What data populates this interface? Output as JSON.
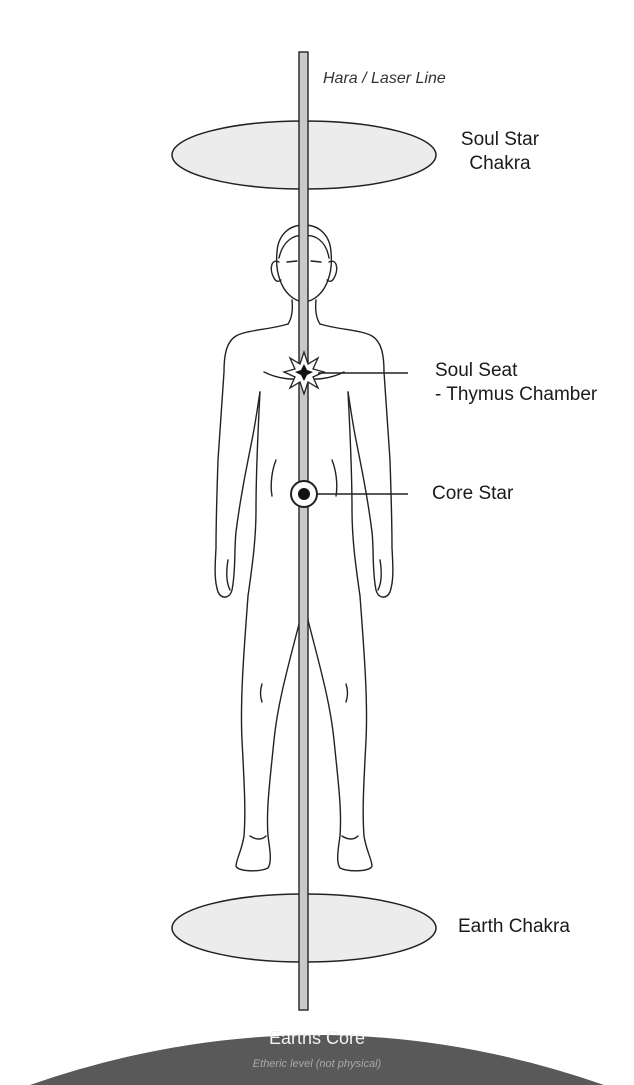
{
  "labels": {
    "hara": "Hara / Laser Line",
    "soul_star_1": "Soul Star",
    "soul_star_2": "Chakra",
    "soul_seat_1": "Soul Seat",
    "soul_seat_2": "- Thymus Chamber",
    "core_star": "Core Star",
    "earth_chakra": "Earth Chakra",
    "earths_core": "Earths Core",
    "earths_core_sub": "Etheric level (not physical)"
  },
  "colors": {
    "line": "#222222",
    "laser_fill": "#c9c9c9",
    "ellipse_fill": "#ececec",
    "earth_core": "#595959",
    "background": "#ffffff"
  }
}
